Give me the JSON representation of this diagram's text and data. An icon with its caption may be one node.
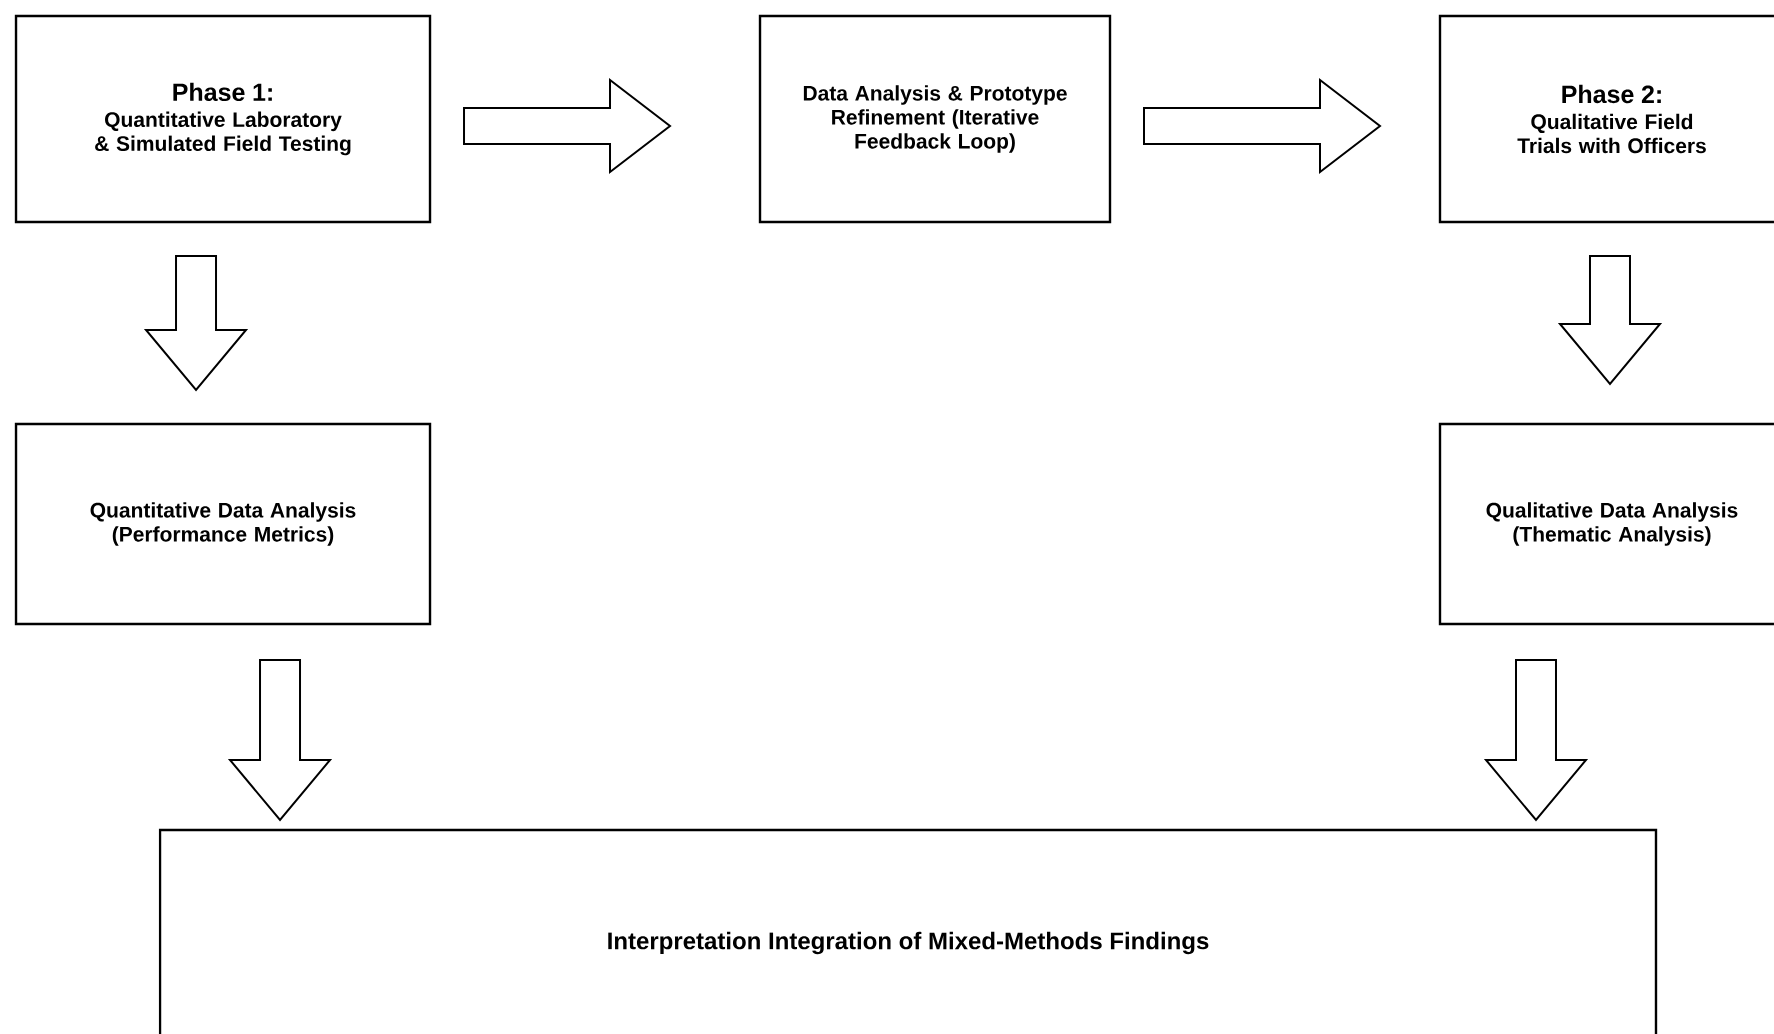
{
  "diagram": {
    "nodes": [
      {
        "text": [
          "Phase 1:",
          "Quantitative Laboratory & Simulated Field Testing"
        ]
      },
      {
        "text": [
          "Data Analysis & Prototype Refinement (Iterative Feedback Loop)"
        ]
      },
      {
        "text": [
          "Phase 2:",
          "Qualitative Field Trials with Officers"
        ]
      },
      {
        "text": [
          "Quantitative Data Analysis (Performance Metrics)"
        ]
      },
      {
        "text": [
          "Qualitative Data Analysis (Thematic Analysis)"
        ]
      },
      {
        "text": [
          "Interpretation Integration of Mixed-Methods Findings"
        ]
      }
    ],
    "edges": [
      {
        "from": 0,
        "to": 1,
        "arrow": "to"
      },
      {
        "from": 1,
        "to": 2,
        "arrow": "to"
      },
      {
        "from": 0,
        "to": 3,
        "arrow": "to"
      },
      {
        "from": 2,
        "to": 4,
        "arrow": "to"
      },
      {
        "from": 3,
        "to": 5,
        "arrow": "to"
      },
      {
        "from": 4,
        "to": 5,
        "arrow": "to"
      }
    ]
  }
}
